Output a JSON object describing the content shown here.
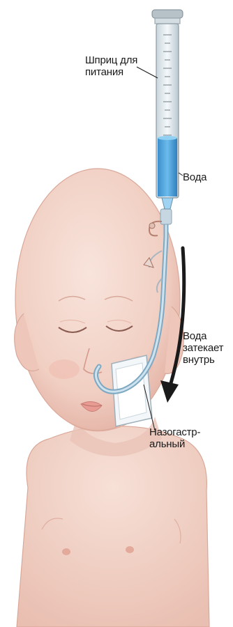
{
  "labels": {
    "syringe_line1": "Шприц для",
    "syringe_line2": "питания",
    "water": "Вода",
    "flow_line1": "Вода",
    "flow_line2": "затекает",
    "flow_line3": "внутрь",
    "tube_line1": "Назогастр-",
    "tube_line2": "альный"
  },
  "colors": {
    "skin": "#f3d6cc",
    "skin_shadow": "#e3b4a6",
    "water": "#4aa3de",
    "tube": "#a9c9dc",
    "syringe_body": "#e8eef2",
    "arrow": "#1a1a1a"
  }
}
